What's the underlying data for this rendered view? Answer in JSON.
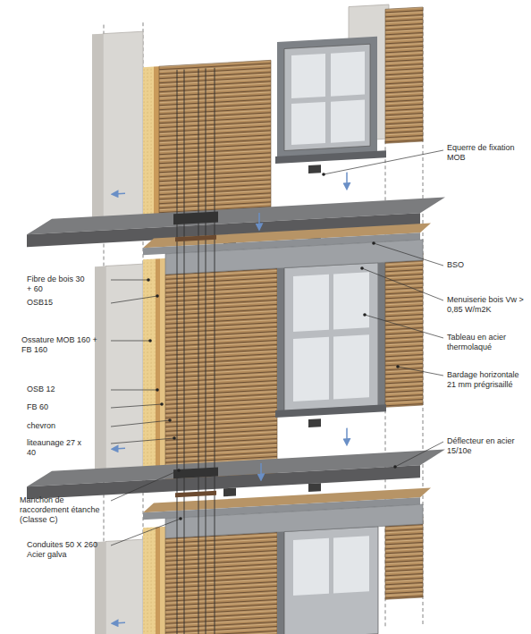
{
  "diagram": {
    "labels": [
      "Equerre de fixation MOB",
      "BSO",
      "Menuiserie bois Vw > 0,85 W/m2K",
      "Tableau en acier thermolaqué",
      "Bardage horizontale 21 mm prégrisaillé",
      "Déflecteur en acier 15/10e",
      "Fibre de bois 30 + 60",
      "OSB15",
      "Ossature MOB 160 + FB 160",
      "OSB 12",
      "FB 60",
      "chevron",
      "liteaunage 27 x 40",
      "Manchon de raccordement étanche (Classe C)",
      "Conduites 50 X 260 Acier galva"
    ]
  }
}
